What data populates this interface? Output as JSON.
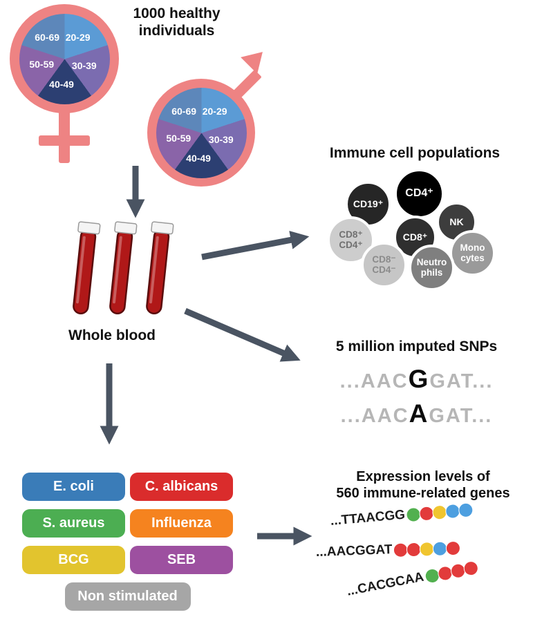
{
  "arrow_color": "#4a5462",
  "cohort": {
    "title": "1000 healthy\nindividuals",
    "symbol_color": "#ee8383",
    "age_groups": [
      {
        "label": "20-29",
        "color": "#5b9bd5"
      },
      {
        "label": "30-39",
        "color": "#7b6cb0"
      },
      {
        "label": "40-49",
        "color": "#2c3f72"
      },
      {
        "label": "50-59",
        "color": "#8a64a8"
      },
      {
        "label": "60-69",
        "color": "#5d87ba"
      }
    ]
  },
  "blood": {
    "label": "Whole blood",
    "color": "#b01818"
  },
  "immune_cells": {
    "title": "Immune cell populations",
    "cells": [
      {
        "label": "CD19⁺",
        "bg": "#262626",
        "fg": "#ffffff"
      },
      {
        "label": "CD4⁺",
        "bg": "#000000",
        "fg": "#ffffff"
      },
      {
        "label": "NK",
        "bg": "#3d3d3d",
        "fg": "#ffffff"
      },
      {
        "label": "CD8⁺",
        "bg": "#2f2f2f",
        "fg": "#ffffff"
      },
      {
        "label": "CD8⁺\nCD4⁺",
        "bg": "#cdcdcd",
        "fg": "#707070"
      },
      {
        "label": "CD8⁻\nCD4⁻",
        "bg": "#c6c6c6",
        "fg": "#8b8b8b"
      },
      {
        "label": "Neutro\nphils",
        "bg": "#7f7f7f",
        "fg": "#ffffff"
      },
      {
        "label": "Mono\ncytes",
        "bg": "#9a9a9a",
        "fg": "#ffffff"
      }
    ]
  },
  "snps": {
    "title": "5 million imputed SNPs",
    "sequences": [
      {
        "prefix": "...AAC",
        "variant": "G",
        "suffix": "GAT..."
      },
      {
        "prefix": "...AAC",
        "variant": "A",
        "suffix": "GAT..."
      }
    ]
  },
  "stimuli": [
    {
      "label": "E. coli",
      "color": "#3a7cb8"
    },
    {
      "label": "C. albicans",
      "color": "#da2c2c"
    },
    {
      "label": "S. aureus",
      "color": "#4cae52"
    },
    {
      "label": "Influenza",
      "color": "#f5831f"
    },
    {
      "label": "BCG",
      "color": "#e2c42e"
    },
    {
      "label": "SEB",
      "color": "#9d50a0"
    },
    {
      "label": "Non stimulated",
      "color": "#a6a6a6"
    }
  ],
  "expression": {
    "title": "Expression levels of\n560 immune-related genes",
    "dot_colors": {
      "green": "#52b04f",
      "red": "#e23b3b",
      "yellow": "#f0c52f",
      "blue": "#4d9fe0"
    },
    "rows": [
      {
        "sequence": "...TTAACGG",
        "dots": [
          "green",
          "red",
          "yellow",
          "blue",
          "blue"
        ]
      },
      {
        "sequence": "...AACGGAT",
        "dots": [
          "red",
          "red",
          "yellow",
          "blue",
          "red"
        ]
      },
      {
        "sequence": "...CACGCAA",
        "dots": [
          "green",
          "red",
          "red",
          "red"
        ]
      }
    ]
  }
}
